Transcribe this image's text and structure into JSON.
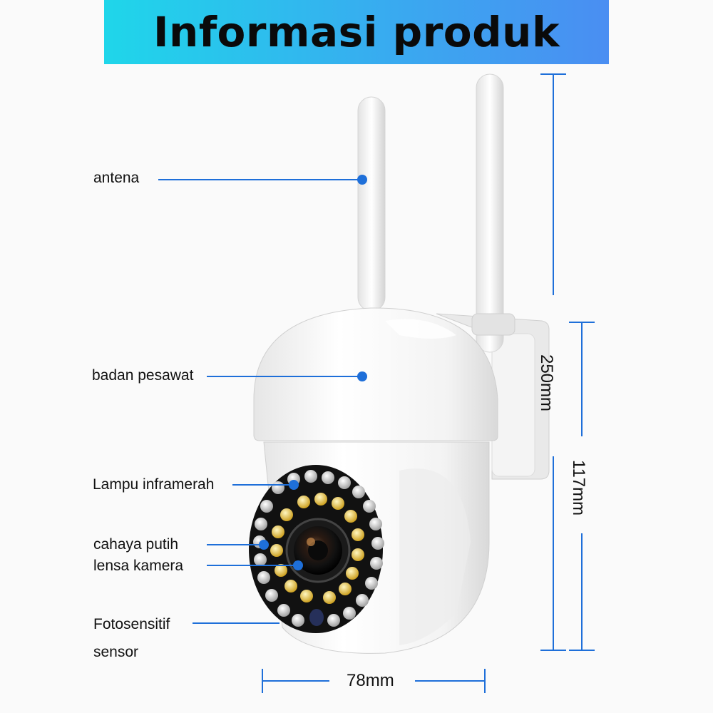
{
  "header": {
    "title": "Informasi produk"
  },
  "callouts": [
    {
      "id": "antenna",
      "label": "antena"
    },
    {
      "id": "body",
      "label": "badan pesawat"
    },
    {
      "id": "ir",
      "label": "Lampu inframerah"
    },
    {
      "id": "white",
      "label": "cahaya putih"
    },
    {
      "id": "lens",
      "label": "lensa kamera"
    },
    {
      "id": "photo1",
      "label": "Fotosensitif"
    },
    {
      "id": "photo2",
      "label": "sensor"
    }
  ],
  "dimensions": {
    "total_height": "250mm",
    "body_height": "117mm",
    "width": "78mm"
  },
  "colors": {
    "banner_start": "#1fd6ea",
    "banner_end": "#4a8ef2",
    "accent": "#1e6fd9",
    "ir_led": "#cfcfcf",
    "white_led": "#e8c23a"
  }
}
